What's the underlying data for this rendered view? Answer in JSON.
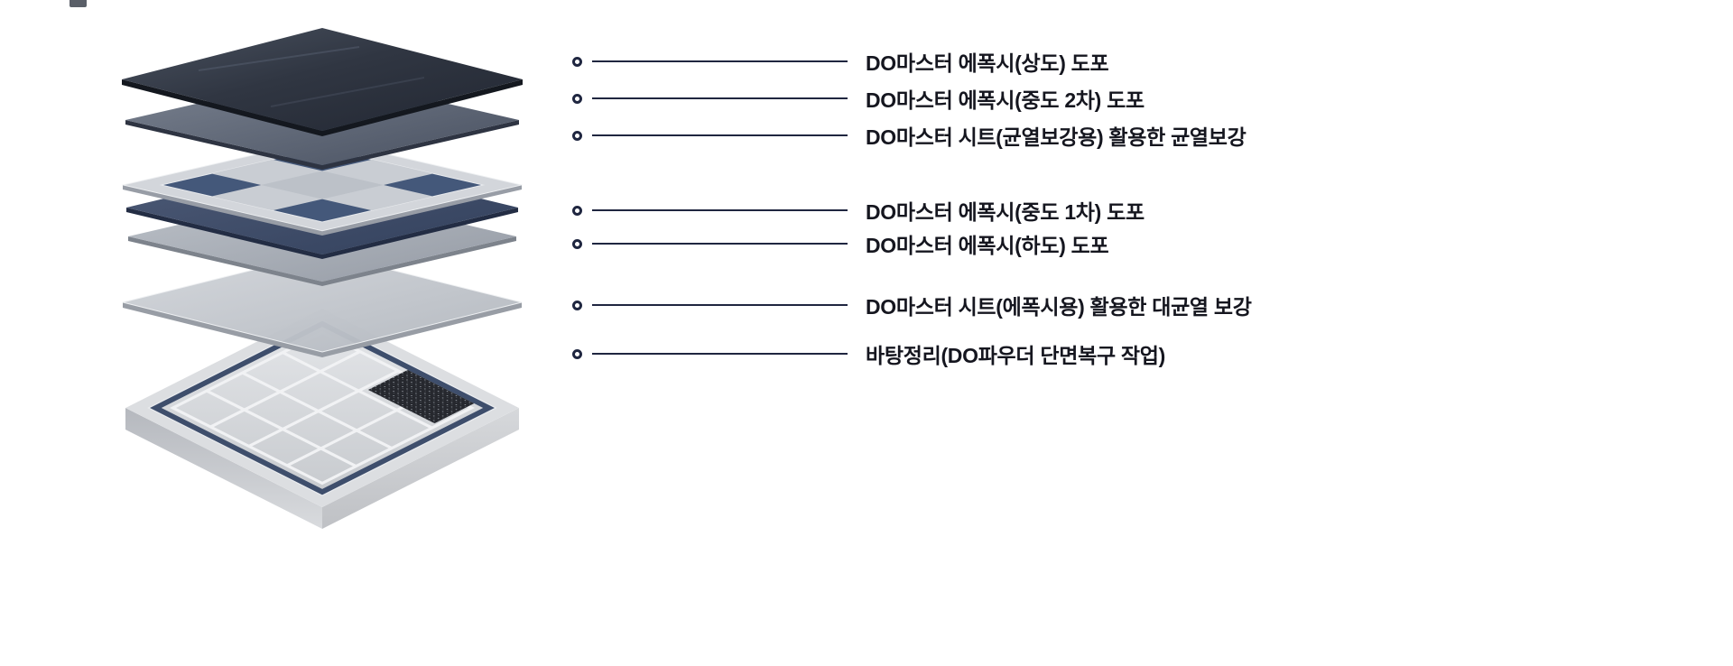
{
  "page": {
    "background": "#ffffff"
  },
  "corner_mark": {
    "color": "#5a5f68"
  },
  "diagram": {
    "name": "epoxy-coating-layer-stack",
    "layers": [
      {
        "name": "top-coat-layer",
        "color": "#343b49"
      },
      {
        "name": "mid-coat-2-layer",
        "color": "#5c6577"
      },
      {
        "name": "crack-reinforce-sheet-layer",
        "color": "#c9cdd4"
      },
      {
        "name": "mid-coat-1-layer",
        "color": "#3e4b67"
      },
      {
        "name": "primer-layer",
        "color": "#a6abb4"
      },
      {
        "name": "epoxy-sheet-layer",
        "color": "#c2c6cc"
      },
      {
        "name": "substrate-base",
        "color": "#d8dadd",
        "inset_band_color": "#3e4e6c"
      }
    ]
  },
  "callouts": {
    "line_color": "#1f2640",
    "text_color": "#15161f",
    "items": [
      {
        "label": "DO마스터 에폭시(상도) 도포"
      },
      {
        "label": "DO마스터 에폭시(중도 2차) 도포"
      },
      {
        "label": "DO마스터 시트(균열보강용) 활용한 균열보강"
      },
      {
        "label": "DO마스터 에폭시(중도 1차) 도포"
      },
      {
        "label": "DO마스터 에폭시(하도) 도포"
      },
      {
        "label": "DO마스터 시트(에폭시용) 활용한 대균열 보강"
      },
      {
        "label": "바탕정리(DO파우더 단면복구 작업)"
      }
    ]
  }
}
